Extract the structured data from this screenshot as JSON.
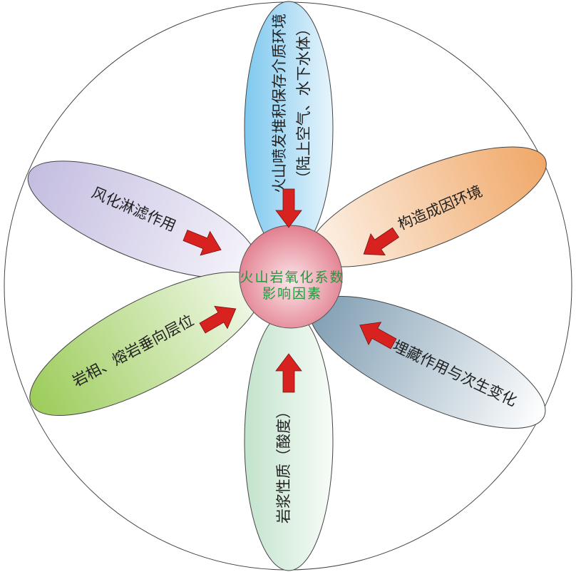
{
  "center": {
    "line1": "火山岩氧化系数",
    "line2": "影响因素"
  },
  "factors": {
    "top": {
      "line1": "火山喷发堆积保存介质环境",
      "line2": "（陆上空气、水下水体）"
    },
    "upper_left": "风化淋滤作用",
    "upper_right": "构造成因环境",
    "lower_left": "岩相、熔岩垂向层位",
    "lower_right": "埋藏作用与次生变化",
    "bottom": "岩浆性质（酸度）"
  },
  "colors": {
    "arrow": "#d8221f",
    "center_text": "#1f9a3c",
    "top_petal": "#7ec8ef",
    "upper_left_petal": "#c4bde0",
    "upper_right_petal": "#f0a868",
    "lower_left_petal": "#9ccc5a",
    "lower_right_petal": "#7f9db2",
    "bottom_petal": "#c9e6d2",
    "center_circle": "#e27e8e"
  }
}
